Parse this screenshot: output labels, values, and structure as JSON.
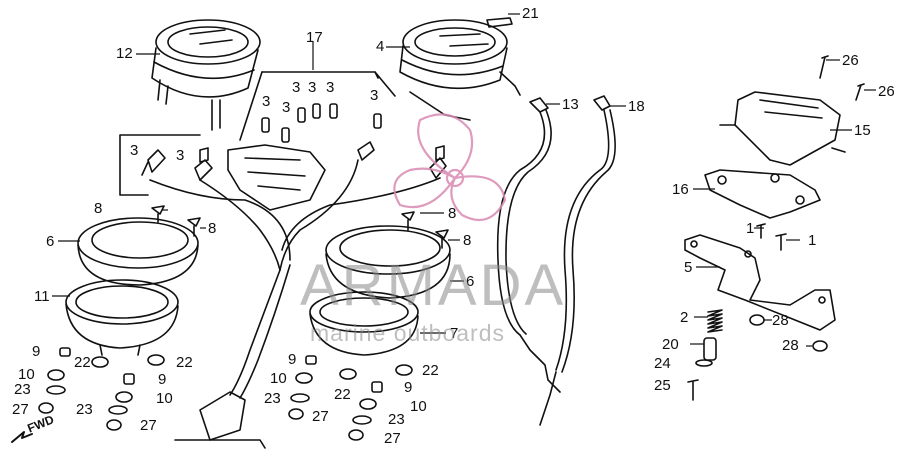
{
  "diagram": {
    "labels": [
      {
        "id": "l21",
        "text": "21"
      },
      {
        "id": "l12",
        "text": "12"
      },
      {
        "id": "l17",
        "text": "17"
      },
      {
        "id": "l4",
        "text": "4"
      },
      {
        "id": "l13",
        "text": "13"
      },
      {
        "id": "l18",
        "text": "18"
      },
      {
        "id": "l26a",
        "text": "26"
      },
      {
        "id": "l26b",
        "text": "26"
      },
      {
        "id": "l15",
        "text": "15"
      },
      {
        "id": "l3a",
        "text": "3"
      },
      {
        "id": "l3b",
        "text": "3"
      },
      {
        "id": "l3c",
        "text": "3"
      },
      {
        "id": "l3d",
        "text": "3"
      },
      {
        "id": "l3e",
        "text": "3"
      },
      {
        "id": "l3f",
        "text": "3"
      },
      {
        "id": "l3g",
        "text": "3"
      },
      {
        "id": "l3h",
        "text": "3"
      },
      {
        "id": "l16",
        "text": "16"
      },
      {
        "id": "l8a",
        "text": "8"
      },
      {
        "id": "l8b",
        "text": "8"
      },
      {
        "id": "l8c",
        "text": "8"
      },
      {
        "id": "l8d",
        "text": "8"
      },
      {
        "id": "l6a",
        "text": "6"
      },
      {
        "id": "l6b",
        "text": "6"
      },
      {
        "id": "l1a",
        "text": "1"
      },
      {
        "id": "l1b",
        "text": "1"
      },
      {
        "id": "l5",
        "text": "5"
      },
      {
        "id": "l11",
        "text": "11"
      },
      {
        "id": "l7",
        "text": "7"
      },
      {
        "id": "l2",
        "text": "2"
      },
      {
        "id": "l28a",
        "text": "28"
      },
      {
        "id": "l28b",
        "text": "28"
      },
      {
        "id": "l20",
        "text": "20"
      },
      {
        "id": "l9a",
        "text": "9"
      },
      {
        "id": "l9b",
        "text": "9"
      },
      {
        "id": "l9c",
        "text": "9"
      },
      {
        "id": "l9d",
        "text": "9"
      },
      {
        "id": "l22a",
        "text": "22"
      },
      {
        "id": "l22b",
        "text": "22"
      },
      {
        "id": "l22c",
        "text": "22"
      },
      {
        "id": "l22d",
        "text": "22"
      },
      {
        "id": "l10a",
        "text": "10"
      },
      {
        "id": "l10b",
        "text": "10"
      },
      {
        "id": "l10c",
        "text": "10"
      },
      {
        "id": "l10d",
        "text": "10"
      },
      {
        "id": "l23a",
        "text": "23"
      },
      {
        "id": "l23b",
        "text": "23"
      },
      {
        "id": "l23c",
        "text": "23"
      },
      {
        "id": "l23d",
        "text": "23"
      },
      {
        "id": "l27a",
        "text": "27"
      },
      {
        "id": "l27b",
        "text": "27"
      },
      {
        "id": "l27c",
        "text": "27"
      },
      {
        "id": "l27d",
        "text": "27"
      },
      {
        "id": "l24",
        "text": "24"
      },
      {
        "id": "l25",
        "text": "25"
      }
    ],
    "direction_marker": "FWD"
  },
  "watermark": {
    "brand": "ARMADA",
    "tagline": "marine outboards",
    "logo_color": "#d98ab3"
  }
}
